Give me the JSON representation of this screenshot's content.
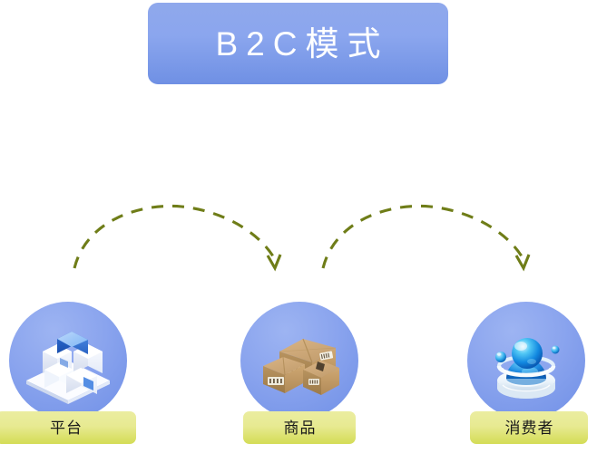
{
  "banner": {
    "title": "B2C模式",
    "background_top": "#8fa8ec",
    "background_bottom": "#6f90e4",
    "text_color": "#ffffff"
  },
  "flow": {
    "arrow_color": "#6f7d18",
    "arrow_style": "dashed-curved",
    "arrows": [
      {
        "name": "platform-to-goods",
        "from": "平台",
        "to": "商品"
      },
      {
        "name": "goods-to-consumer",
        "from": "商品",
        "to": "消费者"
      }
    ]
  },
  "nodes": [
    {
      "id": "platform",
      "label": "平台",
      "icon": "platform-cubes-icon",
      "circle_color": "#8aa4ee",
      "label_color": "#e0e47a"
    },
    {
      "id": "goods",
      "label": "商品",
      "icon": "cardboard-boxes-icon",
      "circle_color": "#8aa4ee",
      "label_color": "#e0e47a"
    },
    {
      "id": "consumer",
      "label": "消费者",
      "icon": "consumer-sphere-icon",
      "circle_color": "#8aa4ee",
      "label_color": "#e0e47a"
    }
  ]
}
